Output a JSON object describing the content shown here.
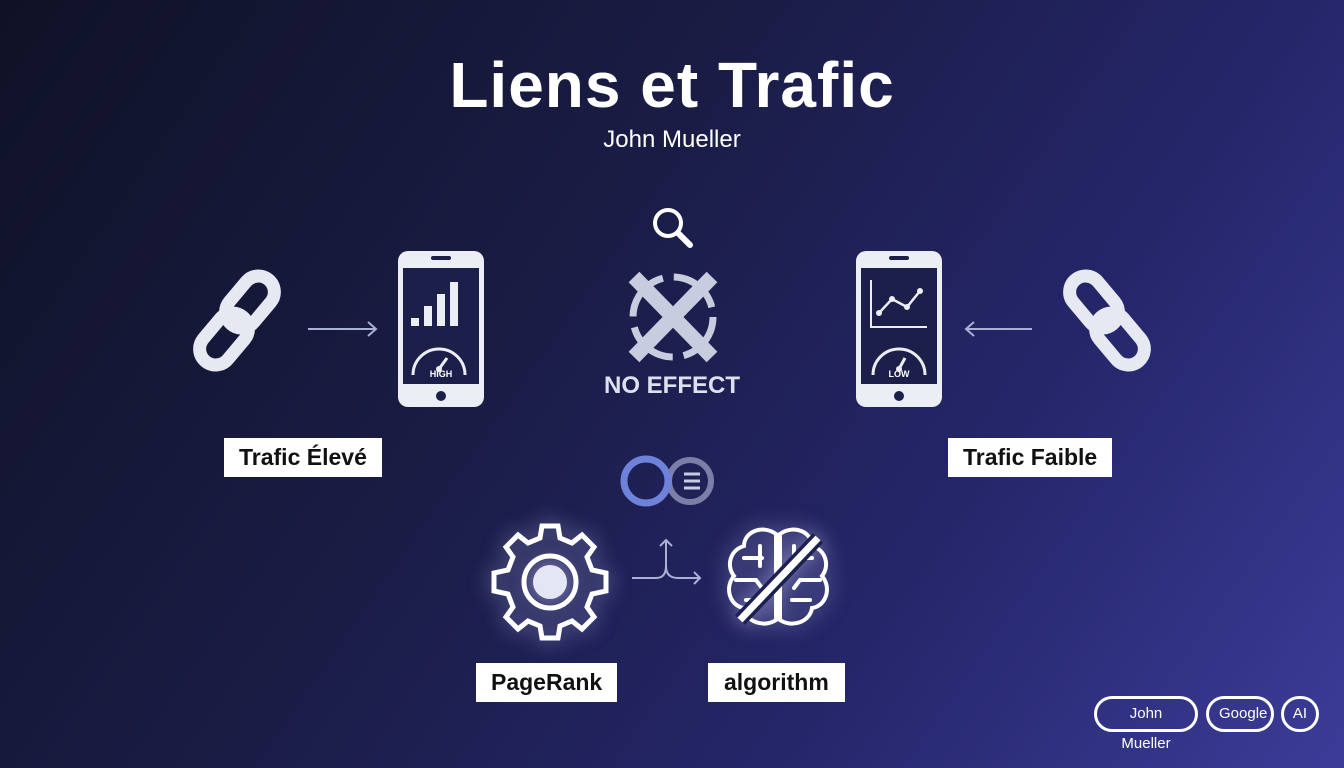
{
  "title": "Liens et Trafic",
  "subtitle": "John Mueller",
  "left": {
    "label": "Trafic Élevé",
    "gauge_text": "HIGH"
  },
  "right": {
    "label": "Trafic Faible",
    "gauge_text": "LOW"
  },
  "center": {
    "label": "NO EFFECT"
  },
  "bottom": {
    "left_label": "PageRank",
    "right_label": "algorithm"
  },
  "tags": [
    "John Mueller",
    "Google",
    "AI"
  ],
  "colors": {
    "bg_start": "#0f1226",
    "bg_end": "#3b3c98",
    "accent_ring": "#6d82d8"
  }
}
